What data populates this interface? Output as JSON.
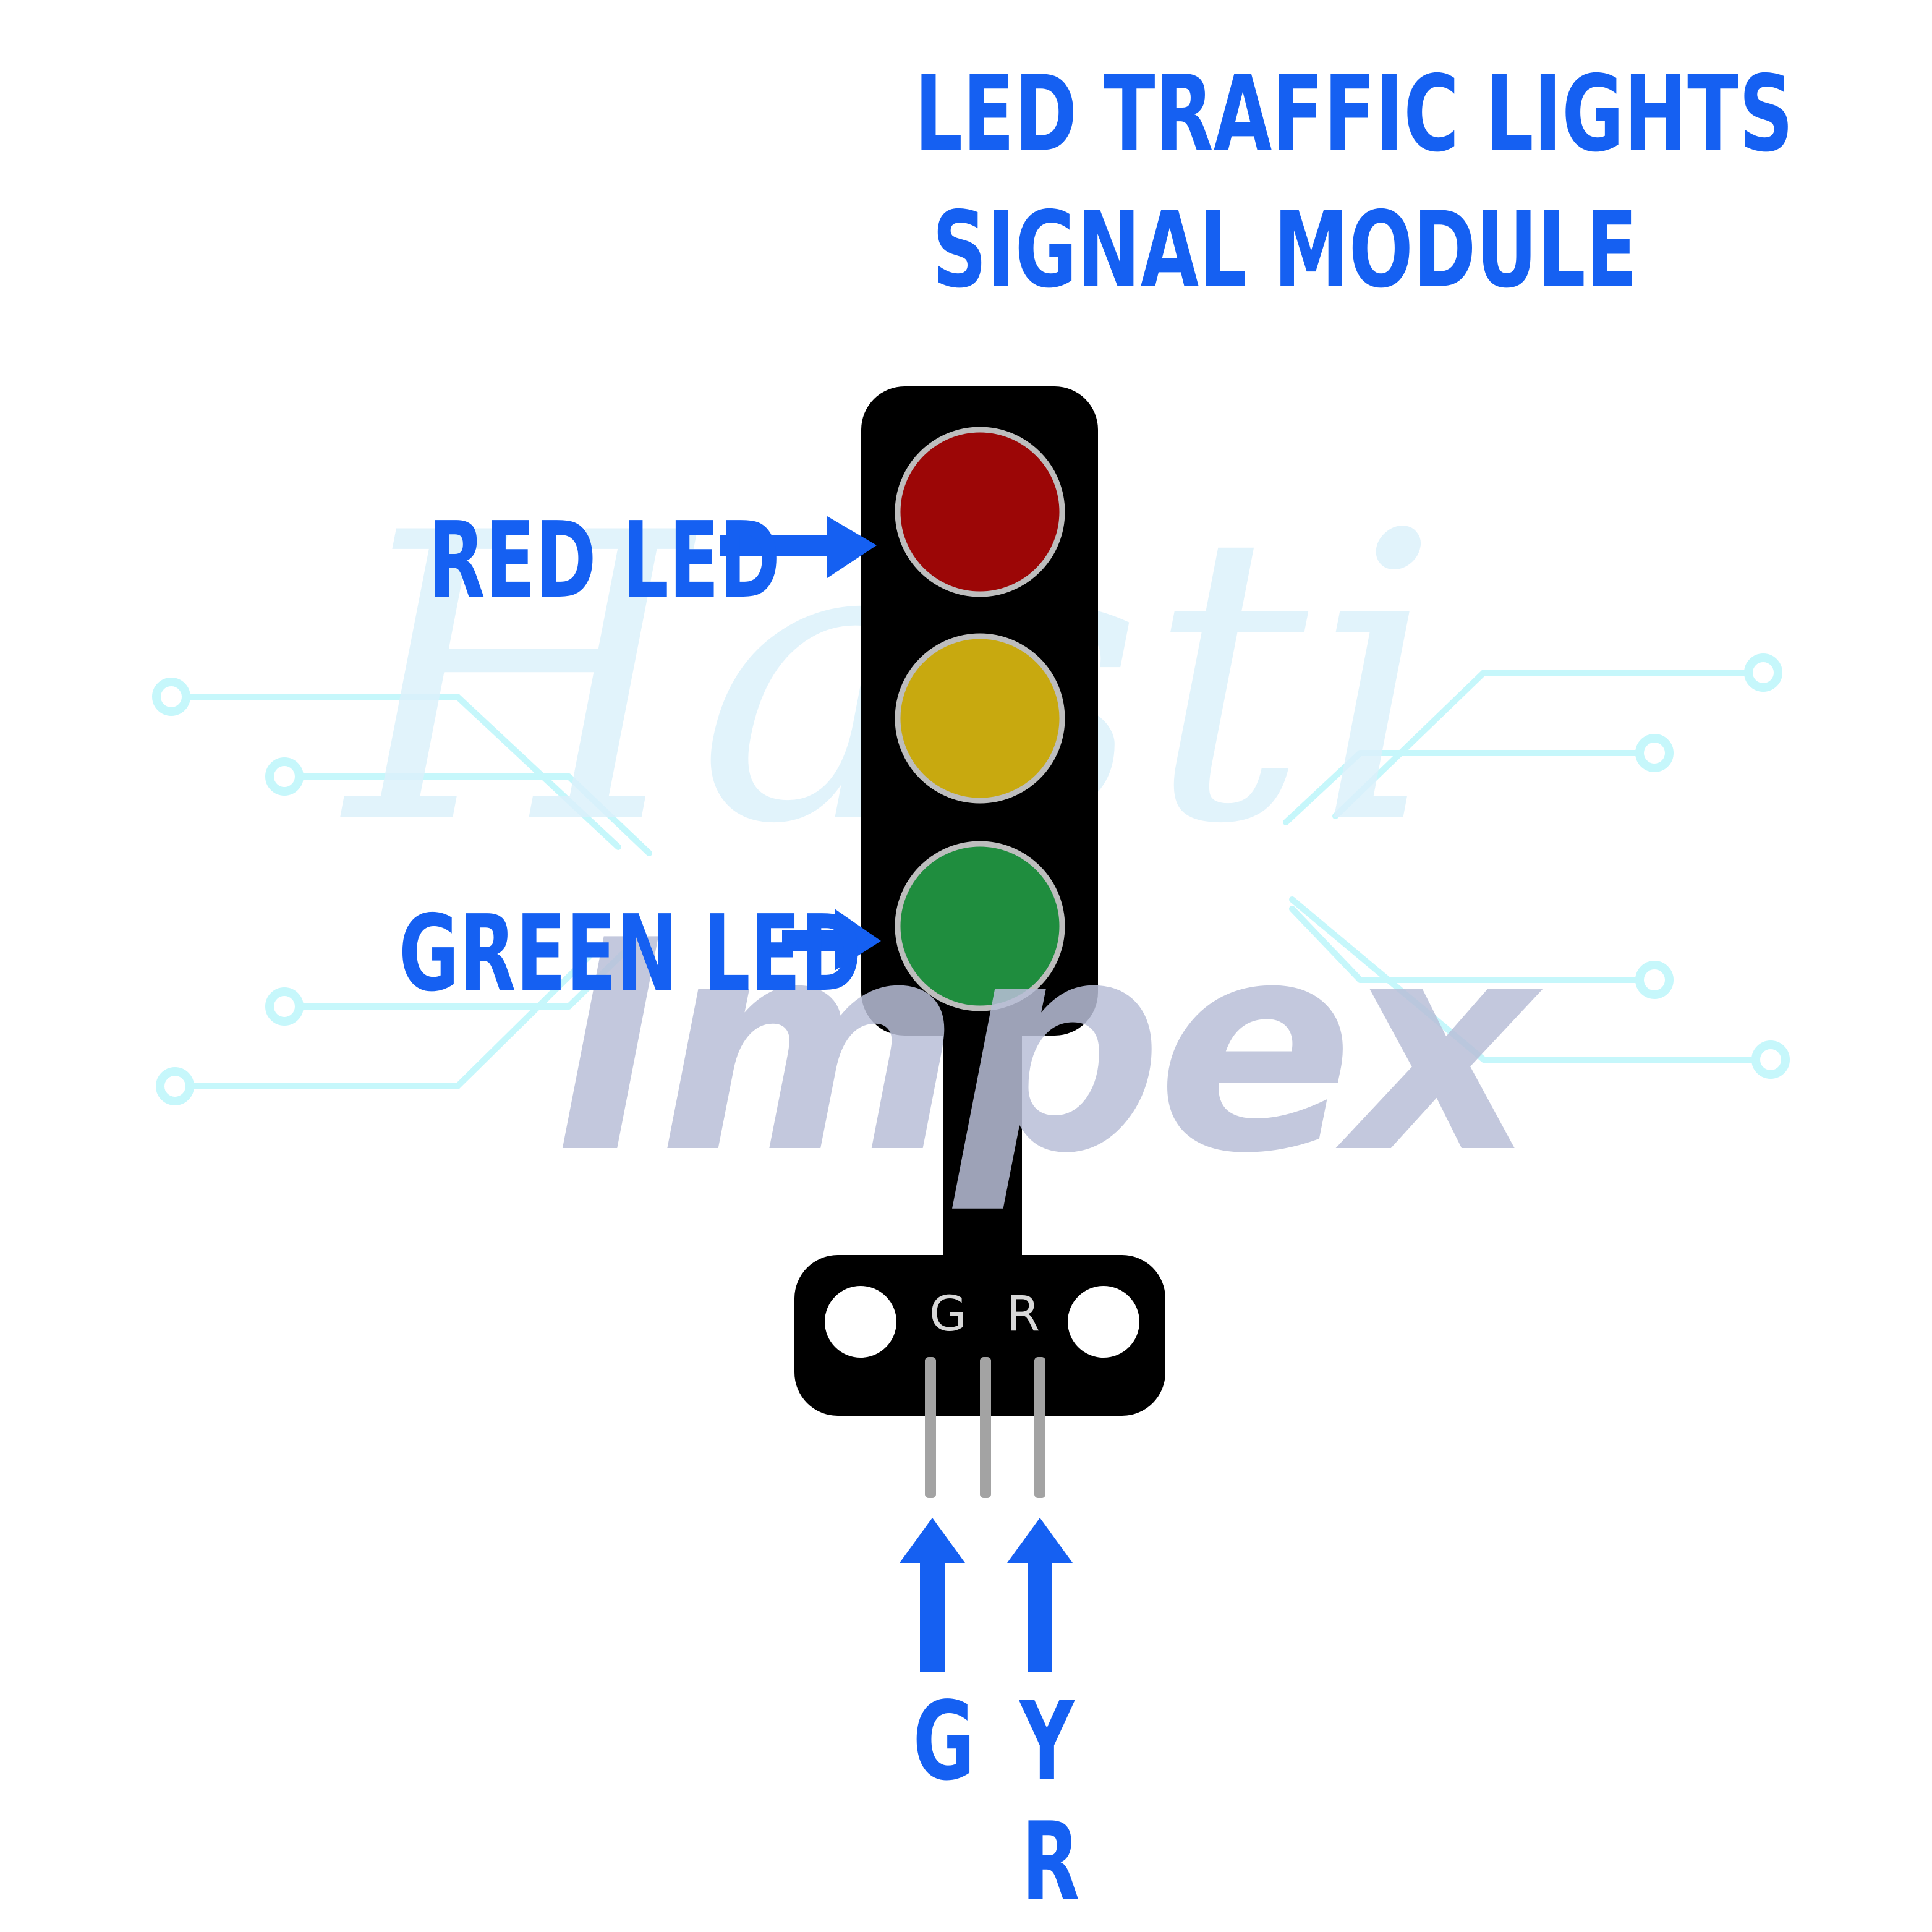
{
  "title": {
    "line1": "LED TRAFFIC LIGHTS",
    "line2": "SIGNAL MODULE"
  },
  "labels": {
    "red_led": "RED LED",
    "green_led": "GREEN LED"
  },
  "board": {
    "silk_g": "G",
    "silk_r": "R"
  },
  "pins": {
    "g": "G",
    "y": "Y",
    "r": "R"
  },
  "watermark": {
    "line1": "Hasti",
    "line2": "Impex"
  },
  "colors": {
    "accent": "#1560f2",
    "red_led": "#9c0606",
    "yellow_led": "#c8a90f",
    "green_led": "#1f8d3e",
    "board": "#000000",
    "circuit": "#c6f7fb"
  }
}
